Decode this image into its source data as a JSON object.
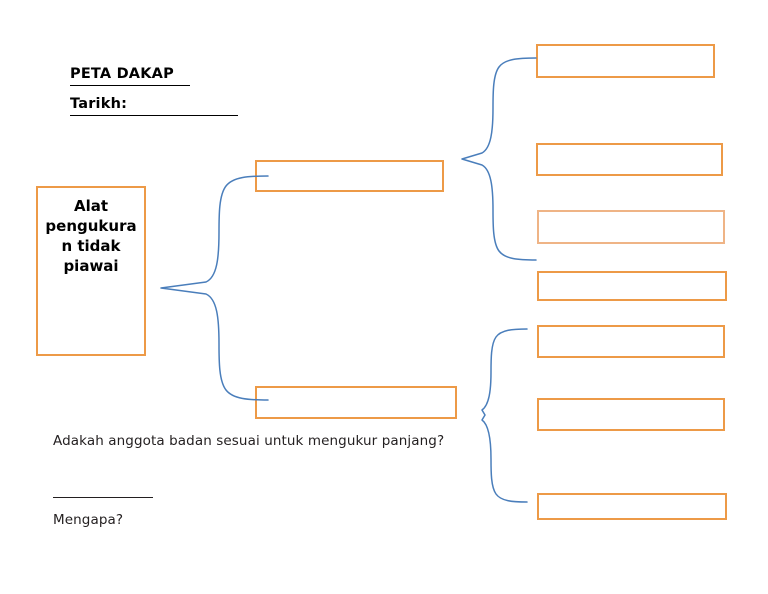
{
  "document": {
    "title": "PETA DAKAP",
    "date_label": "Tarikh:",
    "date_value": ""
  },
  "diagram": {
    "type": "brace-map",
    "root": {
      "label": "Alat pengukuran tidak piawai",
      "filled": true
    },
    "branches": [
      {
        "label": "",
        "filled": false,
        "children": [
          {
            "label": "",
            "filled": false
          },
          {
            "label": "",
            "filled": false
          },
          {
            "label": "",
            "filled": false
          },
          {
            "label": "",
            "filled": false
          }
        ]
      },
      {
        "label": "",
        "filled": false,
        "children": [
          {
            "label": "",
            "filled": false
          },
          {
            "label": "",
            "filled": false
          },
          {
            "label": "",
            "filled": false
          }
        ]
      }
    ]
  },
  "questions": {
    "main": "Adakah anggota badan sesuai untuk mengukur panjang?",
    "answer_value": "",
    "why": "Mengapa?"
  },
  "colors": {
    "box_border": "#ED9A47",
    "box_border_light": "#EFB486",
    "brace": "#4A7EBB",
    "text": "#231F20",
    "background": "#FFFFFF"
  }
}
